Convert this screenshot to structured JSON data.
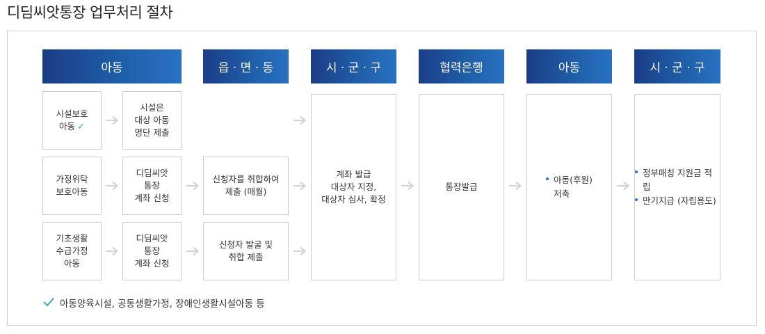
{
  "title": "디딤씨앗통장 업무처리 절차",
  "headers": [
    "아동",
    "읍 · 면 · 동",
    "시 · 군 · 구",
    "협력은행",
    "아동",
    "시 · 군 · 구"
  ],
  "children": [
    {
      "label": "시설보호\n아동",
      "check": "✓"
    },
    {
      "label": "가정위탁\n보호아동"
    },
    {
      "label": "기초생활\n수급가정\n아동"
    }
  ],
  "step2": [
    "시설은\n대상 아동\n명단 제출",
    "디딤씨앗\n통장\n계좌 신청",
    "디딤씨앗\n통장\n계좌 신청"
  ],
  "town": [
    "신청자를 취합하여\n제출 (매월)",
    "신청자 발굴 및\n취합 제출"
  ],
  "city1": "계좌 발급\n대상자 지정,\n대상자 심사, 확정",
  "bank": "통장발급",
  "child2": {
    "line1": "아동(후원)",
    "line2": "저축"
  },
  "city2": [
    "정부매칭 지원금 적립",
    "만기지급 (자립용도)"
  ],
  "note": "아동양육시설, 공동생활가정, 장애인생활시설아동 등",
  "colors": {
    "header_start": "#1b3d86",
    "header_end": "#2872c2",
    "check": "#29a3c4",
    "arrow": "#d4d4d4",
    "bullet": "#2b72c2"
  },
  "icons": {
    "check": "check-icon",
    "arrow": "arrow-right-icon",
    "bullet": "bullet-dot"
  }
}
